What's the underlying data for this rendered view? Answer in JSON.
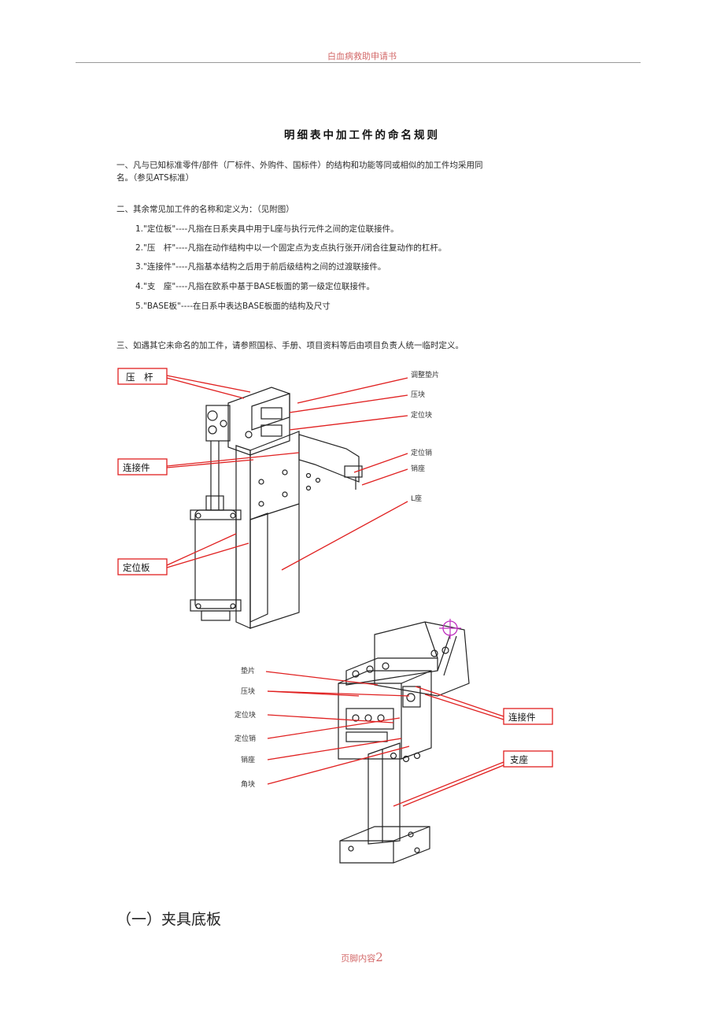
{
  "header": {
    "text": "白血病救助申请书"
  },
  "title": "明细表中加工件的命名规则",
  "sections": {
    "s1_line1": "一、凡与已知标准零件/部件（厂标件、外购件、国标件）的结构和功能等同或相似的加工件均采用同",
    "s1_line2": "名。（参见ATS标准）",
    "s2_intro": "二、其余常见加工件的名称和定义为：（见附图）",
    "items": [
      "1.\"定位板\"----凡指在日系夹具中用于L座与执行元件之间的定位联接件。",
      "2.\"压　杆\"----凡指在动作结构中以一个固定点为支点执行张开/闭合往复动作的杠杆。",
      "3.\"连接件\"----凡指基本结构之后用于前后级结构之间的过渡联接件。",
      "4.\"支　座\"----凡指在欧系中基于BASE板面的第一级定位联接件。",
      "5.\"BASE板\"----在日系中表达BASE板面的结构及尺寸"
    ],
    "s3": "三、如遇其它未命名的加工件，请参照国标、手册、项目资料等后由项目负责人统一临时定义。"
  },
  "figure1": {
    "boxed_labels": [
      "压　杆",
      "连接件",
      "定位板"
    ],
    "labels": [
      "调整垫片",
      "压块",
      "定位块",
      "定位销",
      "销座",
      "L座"
    ]
  },
  "figure2": {
    "labels": [
      "垫片",
      "压块",
      "定位块",
      "定位销",
      "销座",
      "角块"
    ],
    "boxed_labels": [
      "连接件",
      "支座"
    ]
  },
  "section_heading": "（一）夹具底板",
  "footer": {
    "text": "页脚内容",
    "page": "2"
  },
  "colors": {
    "annotation_red": "#e02020",
    "header_pink": "#d36a6a"
  }
}
